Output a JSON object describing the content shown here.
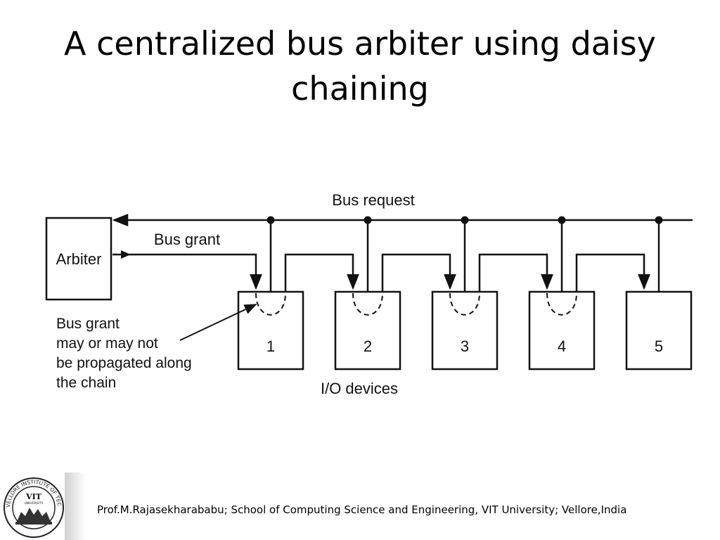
{
  "slide": {
    "title": "A centralized bus arbiter using daisy chaining",
    "footer": "Prof.M.Rajasekharababu; School of Computing Science and Engineering, VIT University; Vellore,India"
  },
  "diagram": {
    "arbiter_label": "Arbiter",
    "bus_request_label": "Bus request",
    "bus_grant_label": "Bus grant",
    "note_lines": [
      "Bus grant",
      "may or may not",
      "be propagated along",
      "the chain"
    ],
    "devices_caption": "I/O devices",
    "devices": [
      "1",
      "2",
      "3",
      "4",
      "5"
    ]
  },
  "logo": {
    "name": "VIT",
    "sub": "UNIVERSITY",
    "ring_text": "VELLORE INSTITUTE OF TECHNOLOGY"
  }
}
